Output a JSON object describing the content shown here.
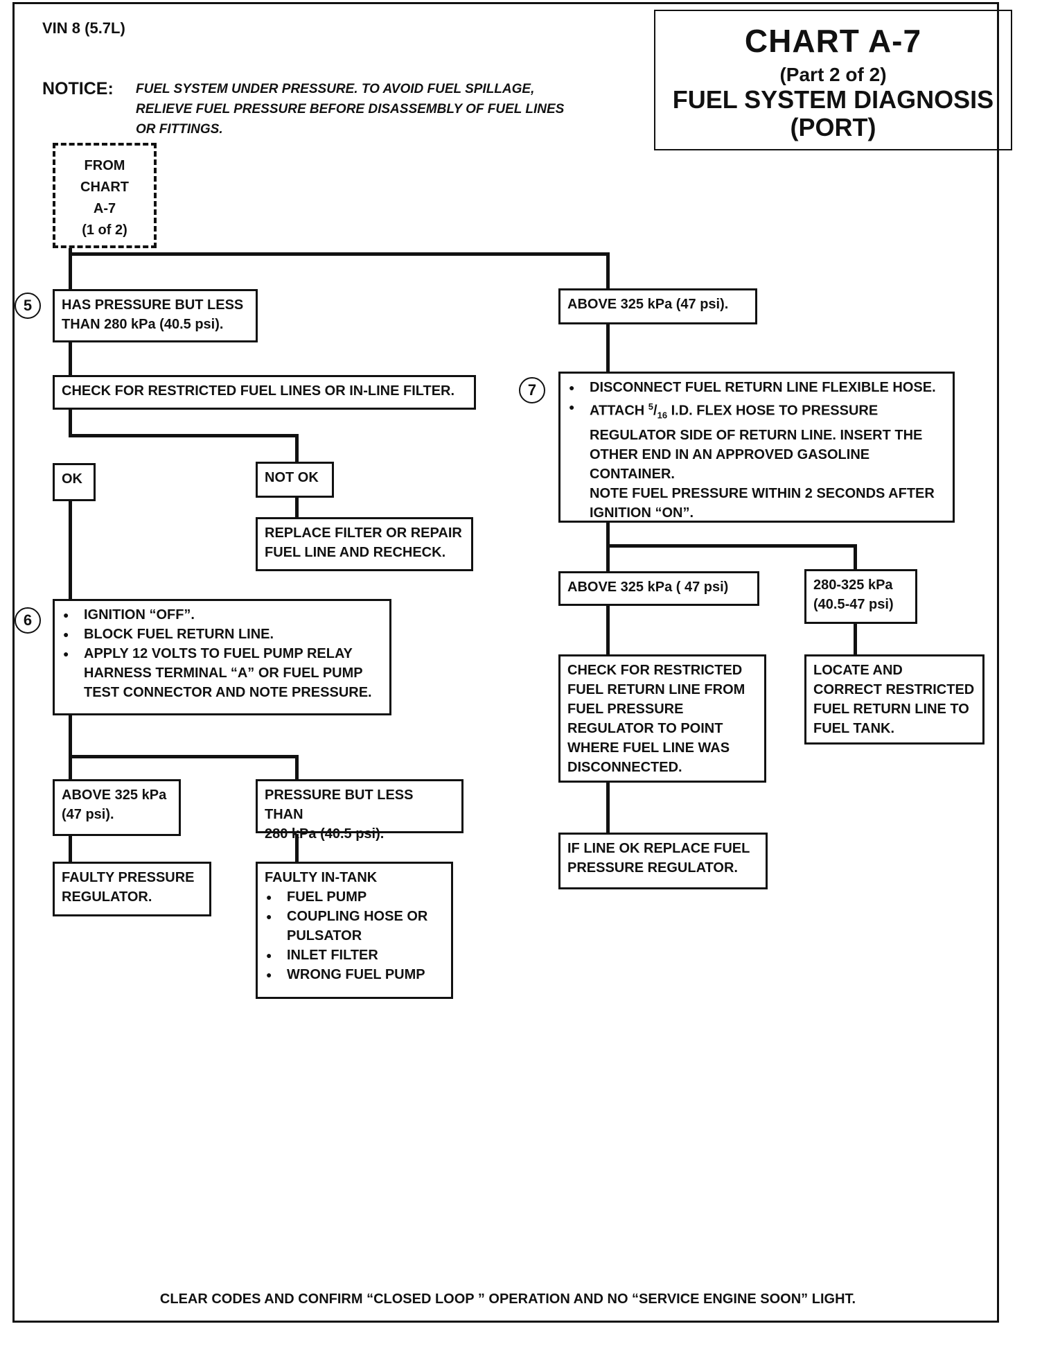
{
  "header": {
    "vin": "VIN 8 (5.7L)",
    "notice_label": "NOTICE:",
    "notice_line1": "FUEL SYSTEM UNDER PRESSURE.  TO AVOID FUEL SPILLAGE,",
    "notice_line2": "RELIEVE FUEL PRESSURE BEFORE DISASSEMBLY OF FUEL LINES",
    "notice_line3": "OR FITTINGS."
  },
  "title": {
    "chart": "CHART A-7",
    "part": "(Part 2 of 2)",
    "name": "FUEL SYSTEM DIAGNOSIS",
    "variant": "(PORT)"
  },
  "from_box": [
    "FROM",
    "CHART",
    "A-7",
    "(1 of 2)"
  ],
  "steps": {
    "s5": "5",
    "s6": "6",
    "s7": "7"
  },
  "left": {
    "has_pressure": [
      "HAS PRESSURE BUT LESS",
      "THAN 280 kPa (40.5 psi)."
    ],
    "check_restricted": "CHECK FOR RESTRICTED FUEL LINES OR IN-LINE FILTER.",
    "ok": "OK",
    "not_ok": "NOT OK",
    "replace_filter": [
      "REPLACE FILTER  OR REPAIR",
      "FUEL LINE AND RECHECK."
    ],
    "step6": [
      "IGNITION “OFF”.",
      "BLOCK FUEL RETURN LINE.",
      "APPLY 12 VOLTS TO FUEL PUMP RELAY",
      "HARNESS TERMINAL “A” OR FUEL PUMP",
      "TEST CONNECTOR AND NOTE PRESSURE."
    ],
    "above325": [
      "ABOVE 325 kPa",
      "(47 psi)."
    ],
    "pressure_less": [
      "PRESSURE BUT LESS THAN",
      "280 kPa (40.5 psi)."
    ],
    "faulty_regulator": [
      "FAULTY PRESSURE",
      "REGULATOR."
    ],
    "faulty_tank_title": "FAULTY IN-TANK",
    "faulty_tank_items": [
      "FUEL PUMP",
      "COUPLING HOSE OR",
      "PULSATOR",
      "INLET FILTER",
      "WRONG FUEL PUMP"
    ]
  },
  "right": {
    "above325_top": "ABOVE 325 kPa (47 psi).",
    "step7_b1": "DISCONNECT FUEL RETURN LINE FLEXIBLE HOSE.",
    "step7_b2_pre": "ATTACH ",
    "step7_sup": "5",
    "step7_sub": "16",
    "step7_b2_post": " I.D. FLEX HOSE TO PRESSURE",
    "step7_lines": [
      "REGULATOR SIDE OF RETURN LINE.  INSERT THE",
      "OTHER END IN  AN  APPROVED GASOLINE",
      "CONTAINER.",
      "NOTE FUEL PRESSURE WITHIN 2 SECONDS AFTER",
      "IGNITION “ON”."
    ],
    "above325_mid": "ABOVE 325 kPa ( 47 psi)",
    "range": [
      "280-325 kPa",
      "(40.5-47 psi)"
    ],
    "check_return": [
      "CHECK FOR RESTRICTED",
      "FUEL RETURN LINE FROM",
      "FUEL PRESSURE",
      "REGULATOR TO POINT",
      "WHERE FUEL LINE WAS",
      "DISCONNECTED."
    ],
    "locate": [
      "LOCATE AND",
      "CORRECT RESTRICTED",
      "FUEL RETURN LINE TO",
      "FUEL TANK."
    ],
    "if_line_ok": [
      "IF LINE OK REPLACE FUEL",
      "PRESSURE REGULATOR."
    ]
  },
  "footer": "CLEAR CODES AND CONFIRM “CLOSED LOOP ” OPERATION AND NO “SERVICE ENGINE SOON” LIGHT."
}
